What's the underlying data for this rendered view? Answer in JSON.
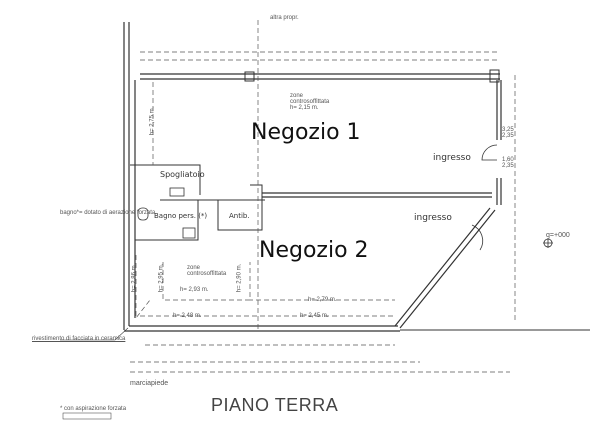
{
  "plan": {
    "title": "PIANO TERRA",
    "neighbour_label": "altra propr.",
    "rooms": {
      "shop1": "Negozio 1",
      "shop2": "Negozio 2",
      "changing_room": "Spogliatoio",
      "bathroom": "Bagno pers. (*)",
      "antechamber": "Antib."
    },
    "entrances": [
      "ingresso",
      "ingresso"
    ],
    "ceiling_note": [
      "zone",
      "controsoffittata",
      "h= 2,15 m."
    ],
    "ceiling_note2": [
      "zone",
      "controsoffittata"
    ],
    "heights": [
      "h= 2,93 m.",
      "h= 2,79 m.",
      "h= 2,48 m.",
      "h= 2,45 m.",
      "h= 2,75 m.",
      "h= 2,95 m.",
      "h= 2,90 m.",
      "h= 2,86 m."
    ],
    "openings": [
      "3,25",
      "2,35",
      "1,60",
      "2,35"
    ],
    "level_marker": "q=+000",
    "sidewalk": "marciapiede",
    "facade_note": "rivestimento di facciata in ceramica",
    "bathroom_note": "bagno*= dotato di aerazione forzata",
    "footnote": "* con aspirazione forzata"
  }
}
